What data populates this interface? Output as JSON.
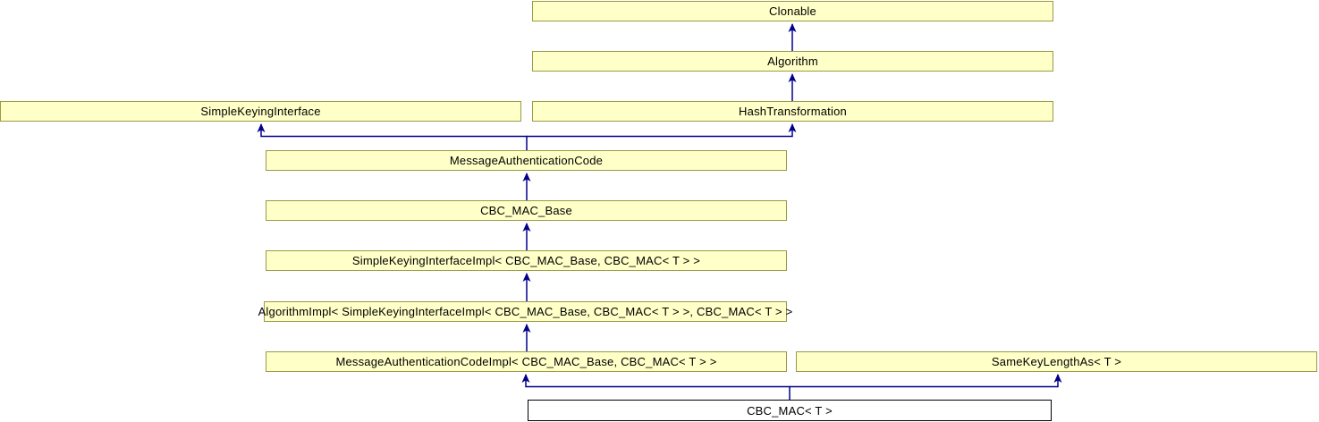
{
  "diagram_title": "CBC_MAC inheritance diagram",
  "colors": {
    "node_fill": "#FFFFC8",
    "node_border": "#9A9A47",
    "highlight_fill": "#FFFFFF",
    "highlight_border": "#000000",
    "edge": "#00008B",
    "text": "#000000"
  },
  "nodes": {
    "clonable": {
      "label": "Clonable"
    },
    "algorithm": {
      "label": "Algorithm"
    },
    "simple_keying_interface": {
      "label": "SimpleKeyingInterface"
    },
    "hash_transformation": {
      "label": "HashTransformation"
    },
    "message_authentication_code": {
      "label": "MessageAuthenticationCode"
    },
    "cbc_mac_base": {
      "label": "CBC_MAC_Base"
    },
    "simple_keying_interface_impl": {
      "label": "SimpleKeyingInterfaceImpl< CBC_MAC_Base, CBC_MAC< T > >"
    },
    "algorithm_impl": {
      "label": "AlgorithmImpl< SimpleKeyingInterfaceImpl< CBC_MAC_Base, CBC_MAC< T > >, CBC_MAC< T > >"
    },
    "message_authentication_code_impl": {
      "label": "MessageAuthenticationCodeImpl< CBC_MAC_Base, CBC_MAC< T > >"
    },
    "same_key_length_as": {
      "label": "SameKeyLengthAs< T >"
    },
    "cbc_mac": {
      "label": "CBC_MAC< T >"
    }
  },
  "edges": [
    {
      "from": "algorithm",
      "to": "clonable"
    },
    {
      "from": "hash_transformation",
      "to": "algorithm"
    },
    {
      "from": "message_authentication_code",
      "to": "simple_keying_interface"
    },
    {
      "from": "message_authentication_code",
      "to": "hash_transformation"
    },
    {
      "from": "cbc_mac_base",
      "to": "message_authentication_code"
    },
    {
      "from": "simple_keying_interface_impl",
      "to": "cbc_mac_base"
    },
    {
      "from": "algorithm_impl",
      "to": "simple_keying_interface_impl"
    },
    {
      "from": "message_authentication_code_impl",
      "to": "algorithm_impl"
    },
    {
      "from": "cbc_mac",
      "to": "message_authentication_code_impl"
    },
    {
      "from": "cbc_mac",
      "to": "same_key_length_as"
    }
  ]
}
